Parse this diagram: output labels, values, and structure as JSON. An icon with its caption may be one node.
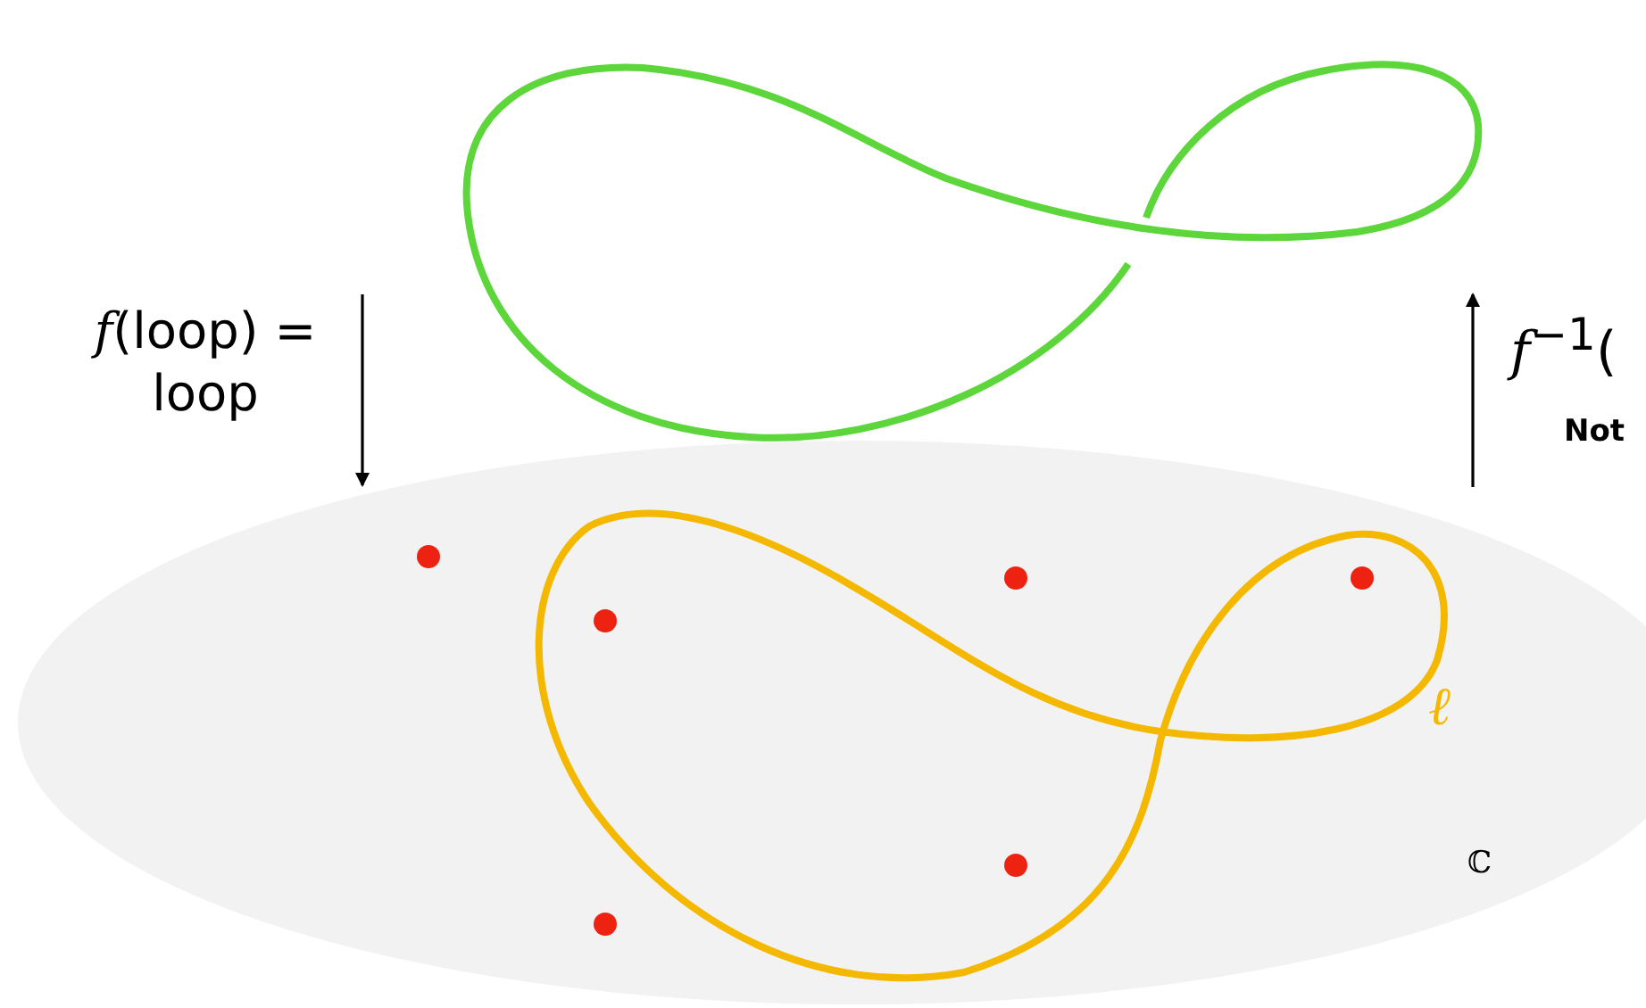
{
  "diagram": {
    "labels": [
      "*f*(loop) = loop",
      "*f*$^{−1}$(",
      "Not",
      "ℓ",
      "ℂ"
    ]
  }
}
